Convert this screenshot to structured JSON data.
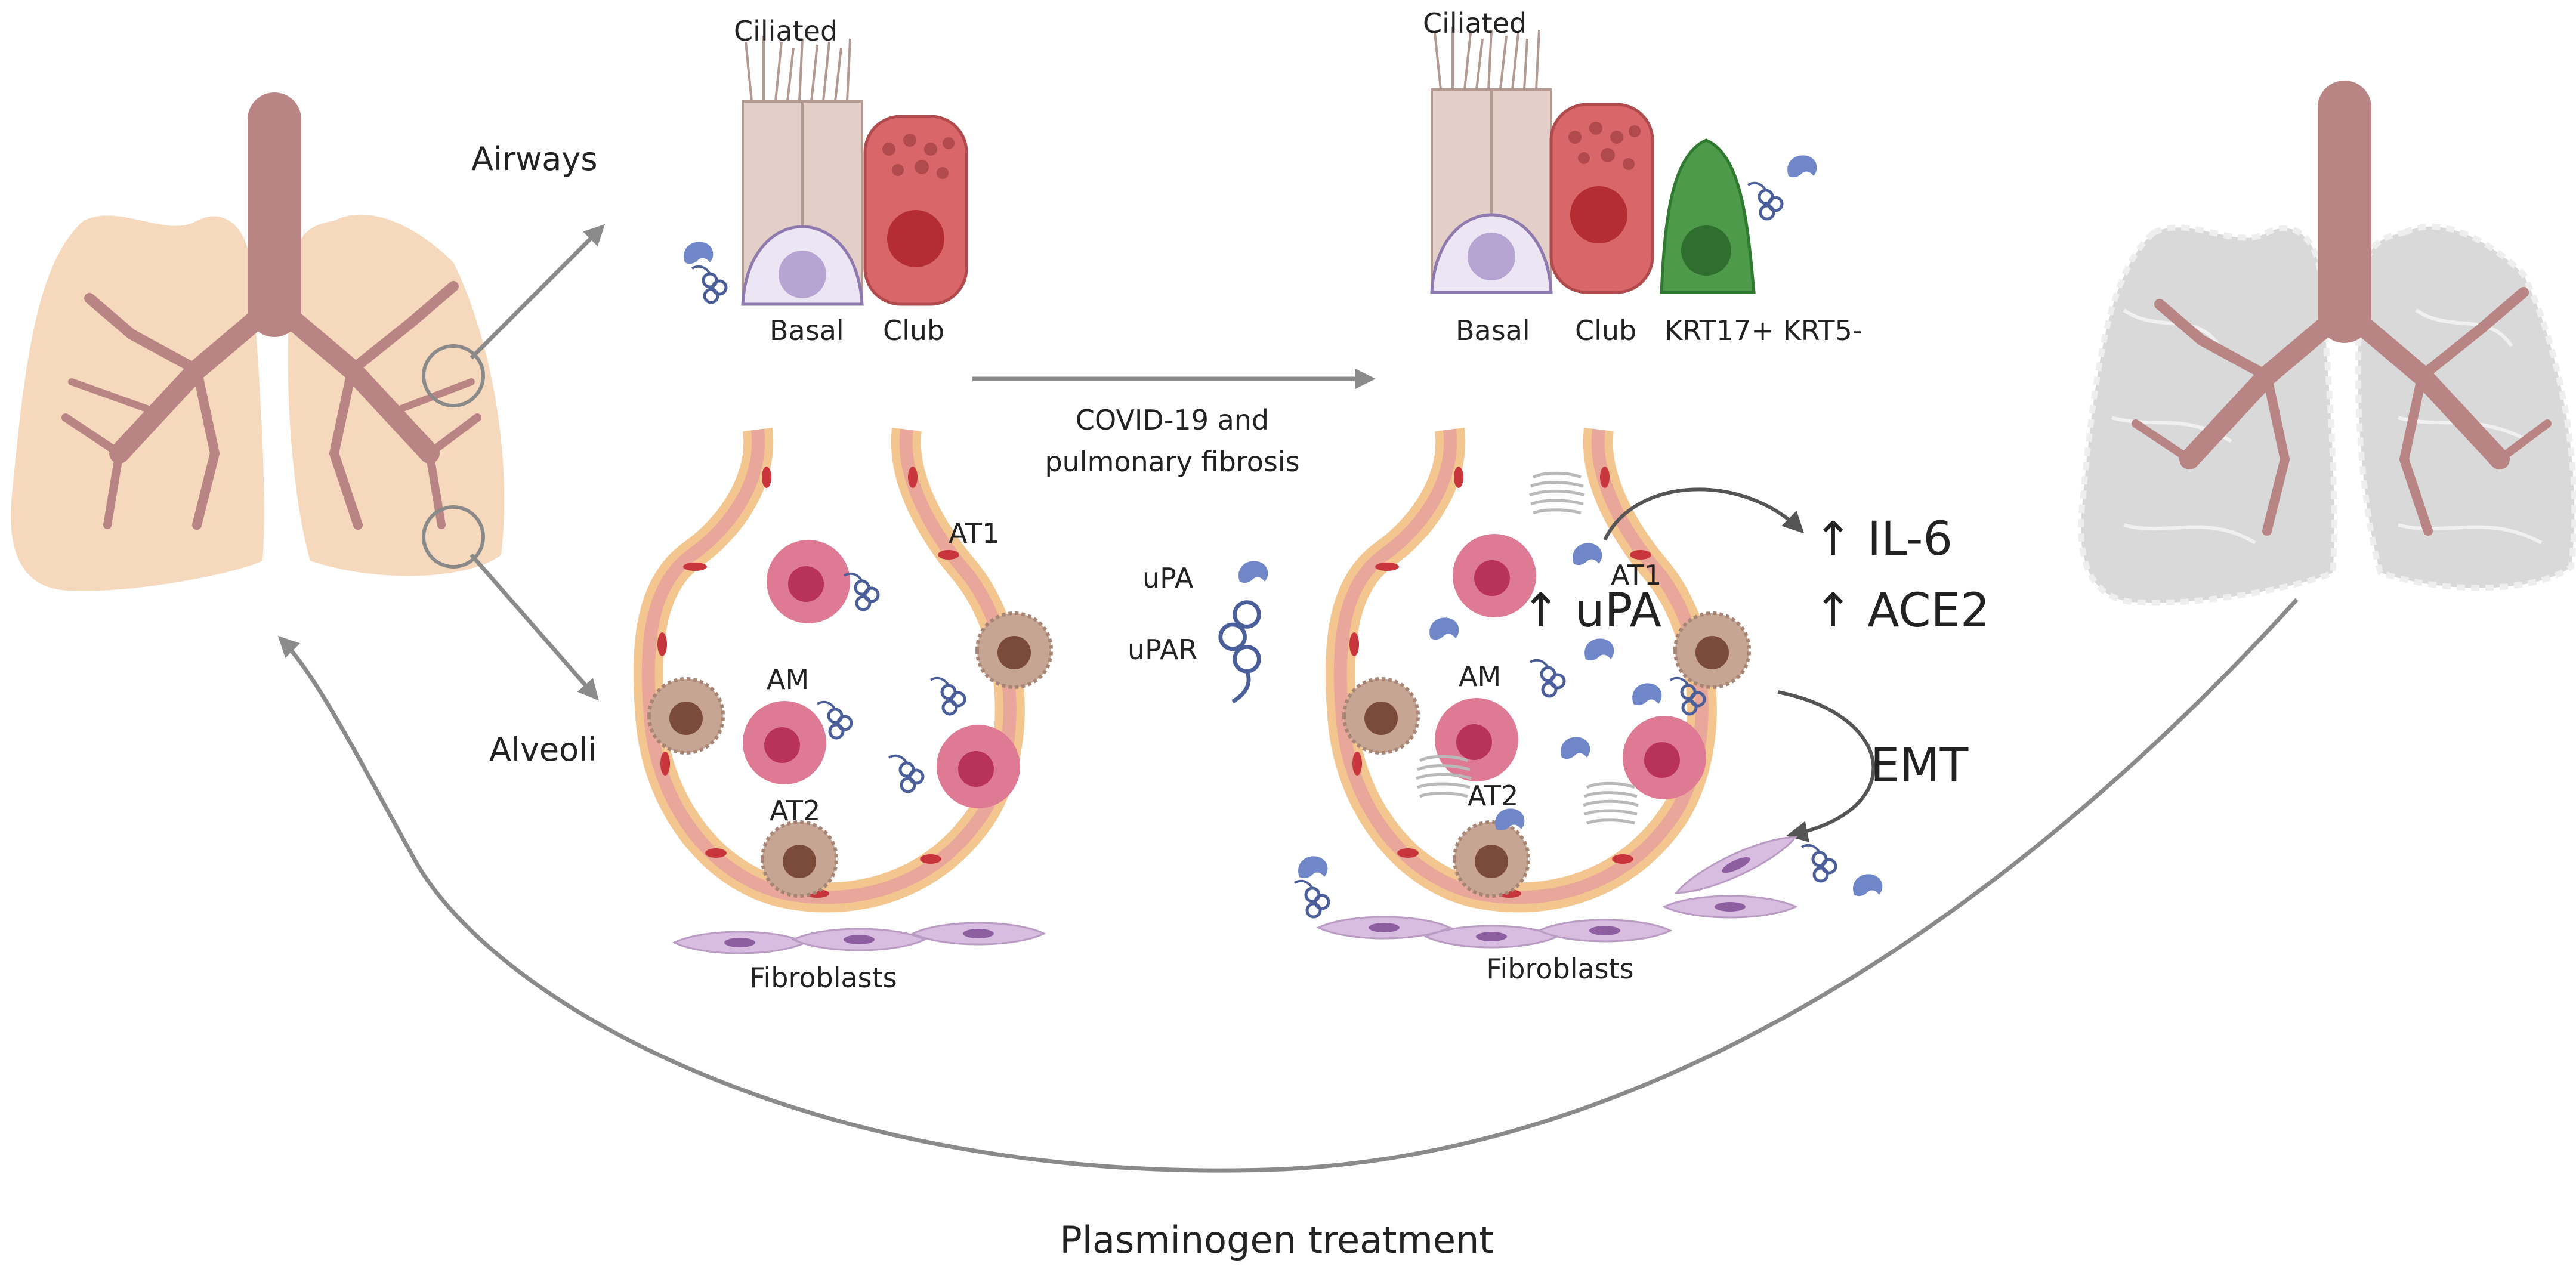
{
  "colors": {
    "lung_healthy": "#f6d9bd",
    "lung_fibrotic": "#d9d9d9",
    "airway": "#b98484",
    "alveolar_wall": "#e9a79b",
    "alveolar_rim": "#f3c68f",
    "capillary_cell": "#c9353d",
    "club_cell": "#d9676a",
    "ciliated_cell": "#e3cfc8",
    "basal_cell": "#ece6f4",
    "keratin_cell": "#4c9a4a",
    "macrophage": "#de7a93",
    "at2_cell": "#b6998b",
    "fibroblast": "#d8bde0",
    "upa": "#6f86c9",
    "arrow": "#8a8a8a"
  },
  "labels": {
    "airways": "Airways",
    "alveoli": "Alveoli",
    "ciliated_left": "Ciliated",
    "ciliated_right": "Ciliated",
    "basal_left": "Basal",
    "club_left": "Club",
    "basal_right": "Basal",
    "club_right": "Club",
    "krt": "KRT17+ KRT5-",
    "transition_line1": "COVID-19 and",
    "transition_line2": "pulmonary fibrosis",
    "am_left": "AM",
    "at1_left": "AT1",
    "at2_left": "AT2",
    "am_right": "AM",
    "at1_right": "AT1",
    "at2_right": "AT2",
    "fibroblasts_left": "Fibroblasts",
    "fibroblasts_right": "Fibroblasts",
    "upa_legend": "uPA",
    "upar_legend": "uPAR",
    "upa_up": "↑ uPA",
    "il6": "↑ IL-6",
    "ace2": "↑ ACE2",
    "emt": "EMT",
    "treatment": "Plasminogen treatment"
  },
  "icons": [
    "lung-healthy-icon",
    "lung-fibrotic-icon",
    "upa-icon",
    "upar-icon",
    "fibroblast-icon",
    "macrophage-icon"
  ]
}
